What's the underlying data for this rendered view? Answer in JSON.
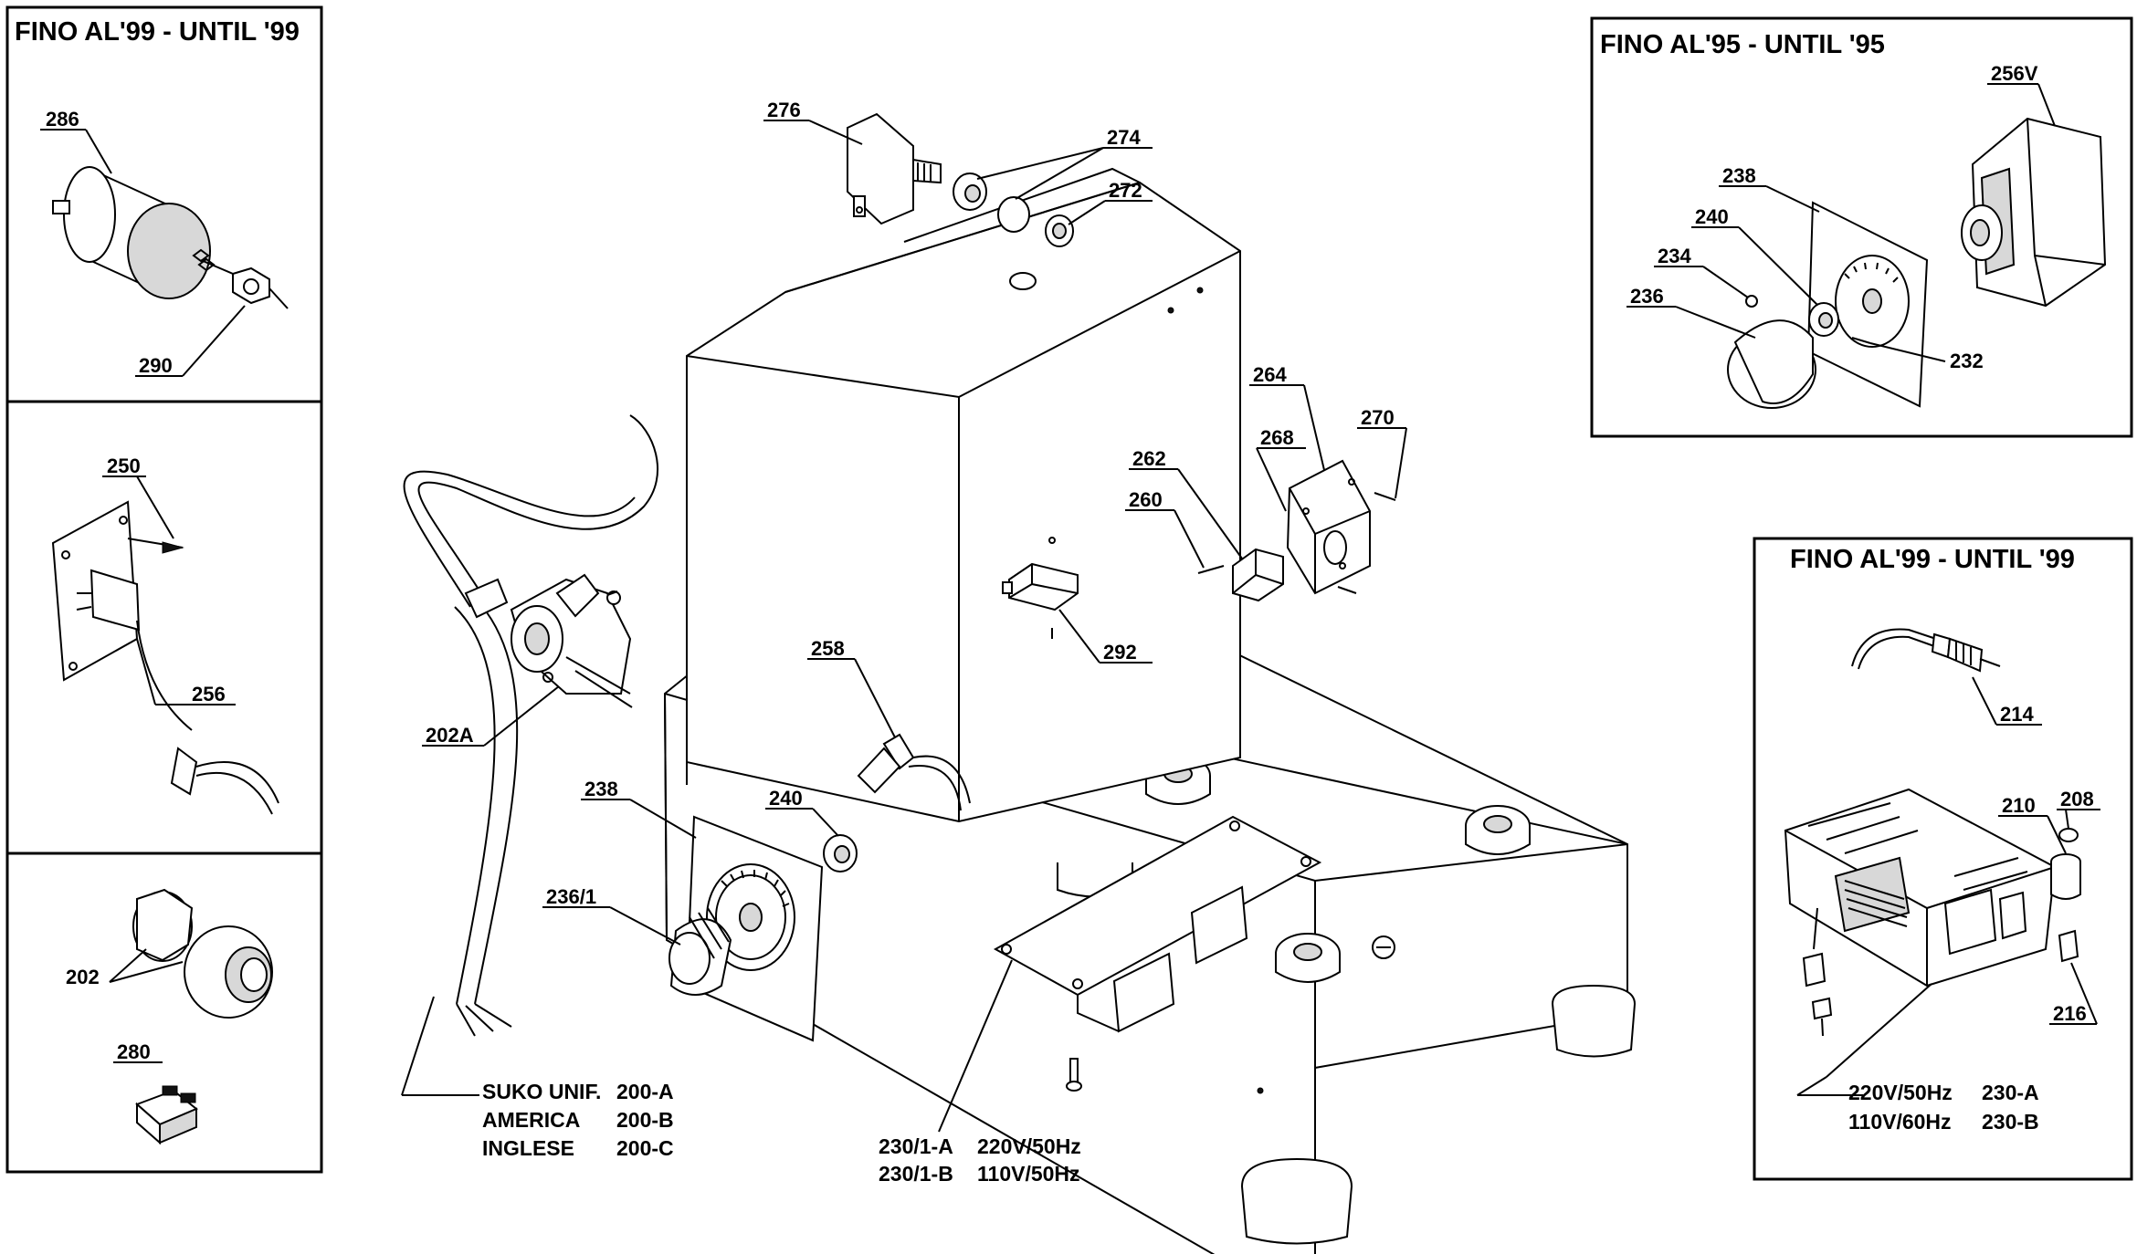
{
  "panels": {
    "top_left_title": "FINO AL'99 - UNTIL '99",
    "top_right_title": "FINO AL'95 - UNTIL '95",
    "right_title": "FINO AL'99 - UNTIL '99"
  },
  "labels": {
    "p286": "286",
    "p290": "290",
    "p250": "250",
    "p256": "256",
    "p202": "202",
    "p280": "280",
    "p276": "276",
    "p274": "274",
    "p272": "272",
    "p202a": "202A",
    "p258": "258",
    "p238": "238",
    "p240": "240",
    "p236_1": "236/1",
    "p292": "292",
    "p262": "262",
    "p260": "260",
    "p268": "268",
    "p264": "264",
    "p270": "270",
    "p256v": "256V",
    "p238r": "238",
    "p240r": "240",
    "p234": "234",
    "p236": "236",
    "p232": "232",
    "p214": "214",
    "p210": "210",
    "p208": "208",
    "p216": "216"
  },
  "captions": {
    "cable": [
      {
        "name": "SUKO UNIF.",
        "code": "200-A"
      },
      {
        "name": "AMERICA",
        "code": "200-B"
      },
      {
        "name": "INGLESE",
        "code": "200-C"
      }
    ],
    "board": [
      {
        "code": "230/1-A",
        "spec": "220V/50Hz"
      },
      {
        "code": "230/1-B",
        "spec": "110V/50Hz"
      }
    ],
    "electronic": [
      {
        "spec": "220V/50Hz",
        "code": "230-A"
      },
      {
        "spec": "110V/60Hz",
        "code": "230-B"
      }
    ]
  }
}
